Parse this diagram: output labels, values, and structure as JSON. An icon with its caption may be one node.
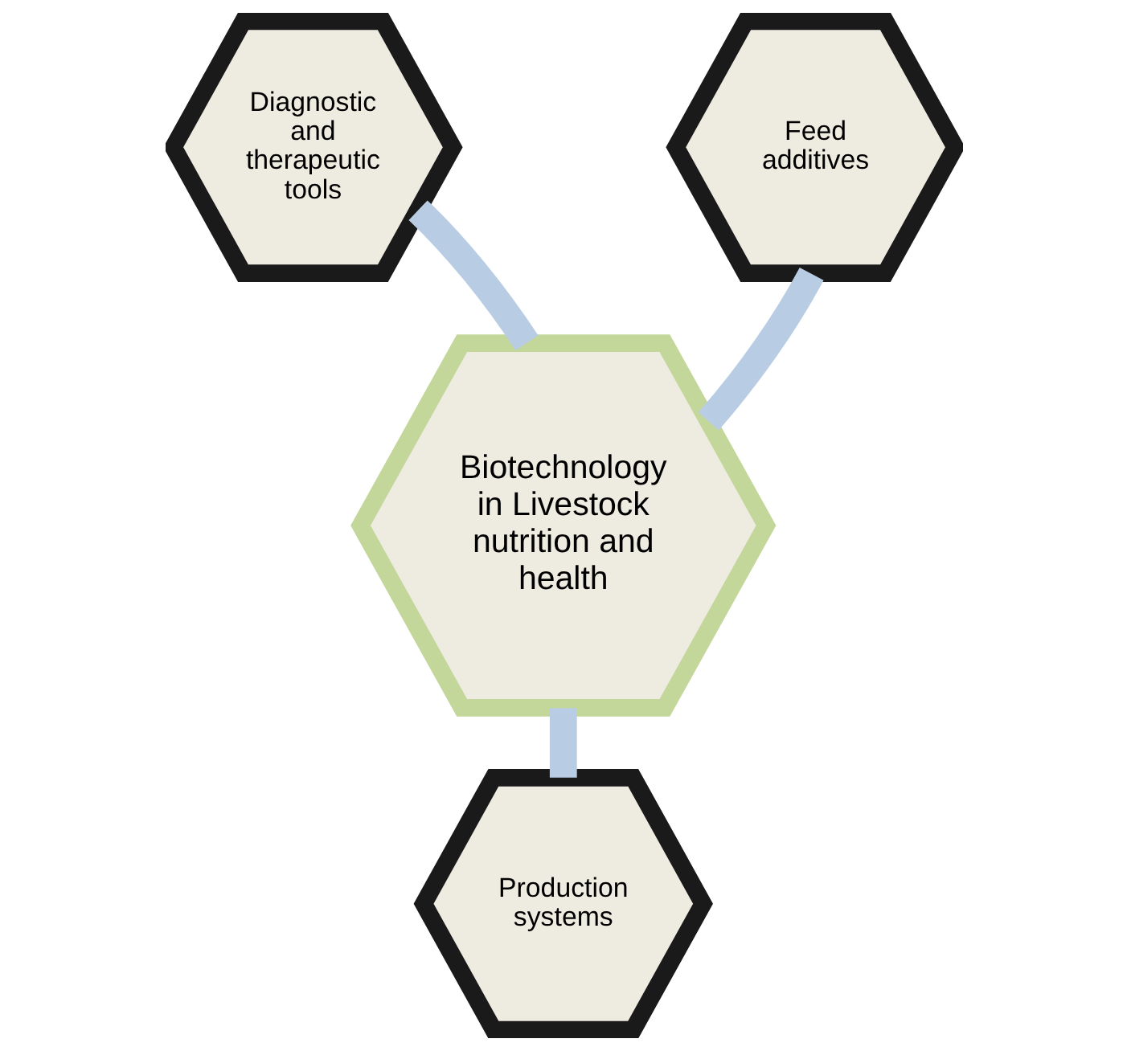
{
  "diagram": {
    "nodes": [
      {
        "text": [
          "Diagnostic and therapeutic tools"
        ]
      },
      {
        "text": [
          "Feed additives"
        ]
      },
      {
        "text": [
          "Biotechnology in Livestock nutrition and health"
        ]
      },
      {
        "text": [
          "Production systems"
        ]
      }
    ],
    "edges": [
      {
        "from": 2,
        "to": 0,
        "arrow": "none"
      },
      {
        "from": 2,
        "to": 1,
        "arrow": "none"
      },
      {
        "from": 2,
        "to": 3,
        "arrow": "none"
      }
    ]
  }
}
